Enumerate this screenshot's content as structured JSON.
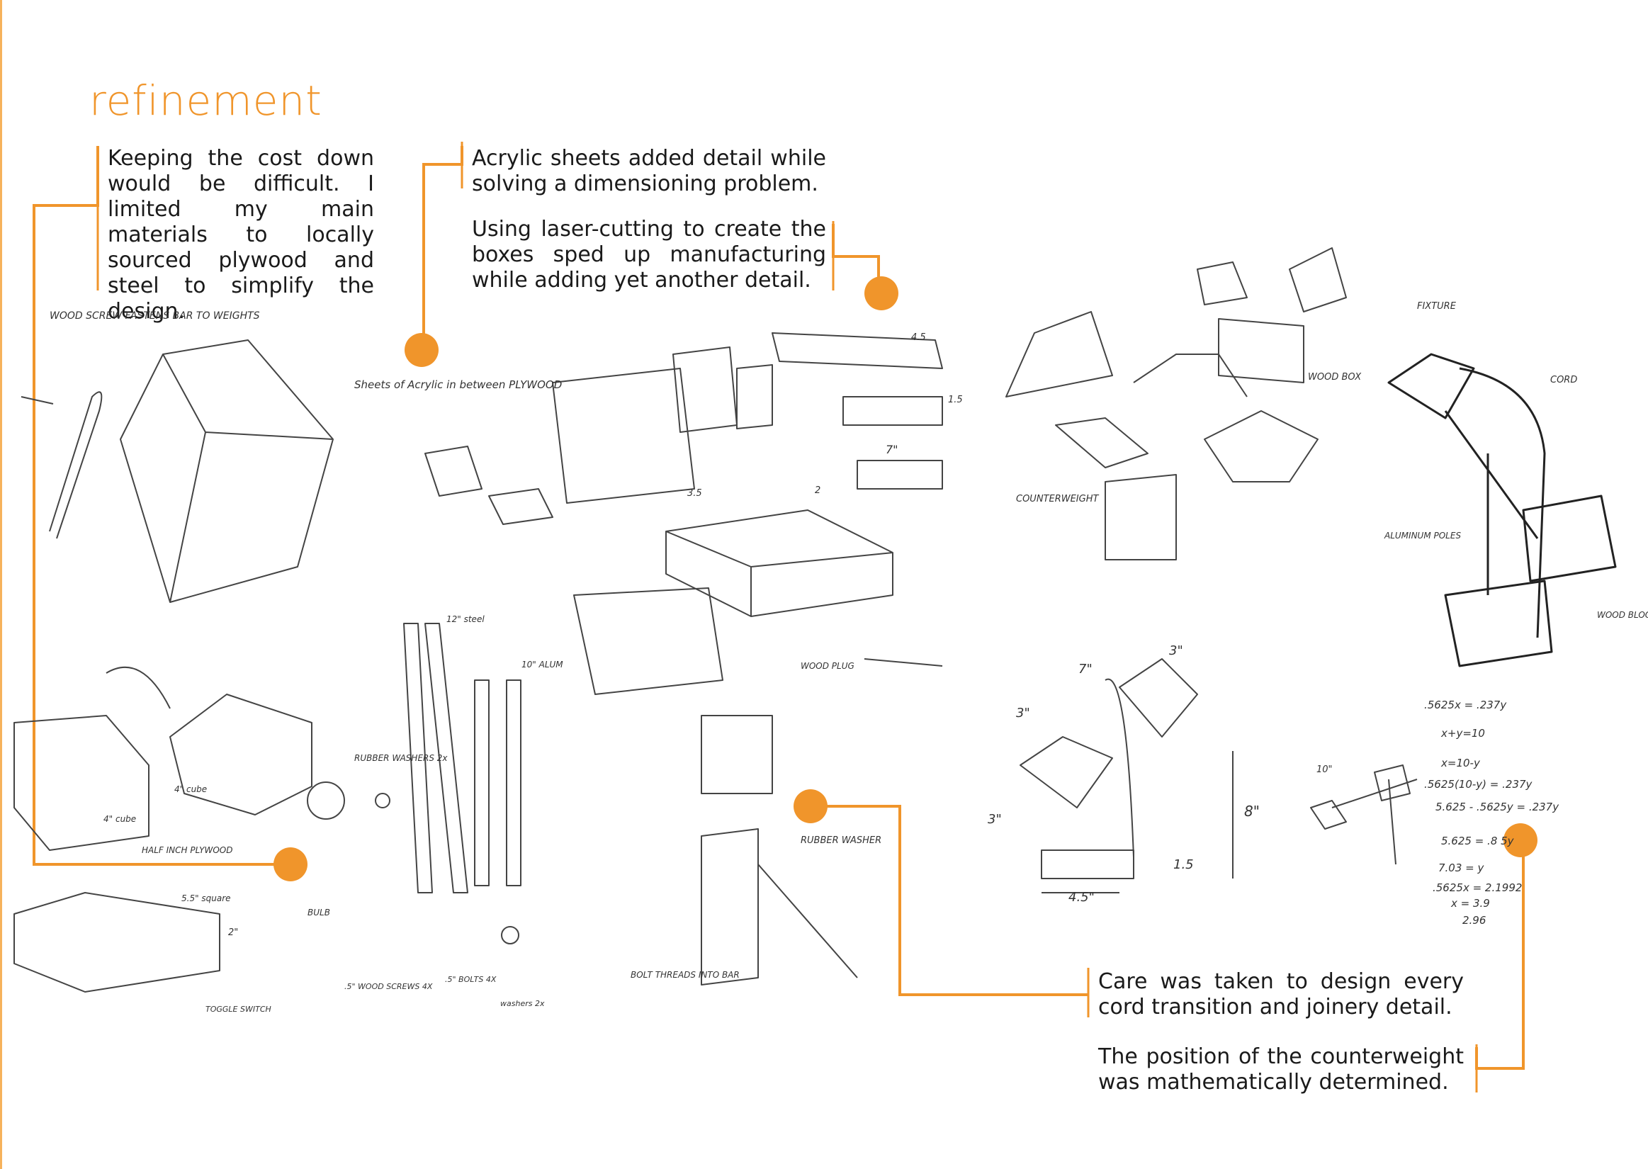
{
  "page": {
    "title": "refinement"
  },
  "notes": {
    "materials": "Keeping the cost down would be difficult. I limited my main materials to locally sourced plywood and steel to simplify the design.",
    "acrylic": "Acrylic sheets added detail while solving a dimensioning problem.",
    "laser": "Using laser-cutting to create the boxes sped up manufacturing while adding yet another detail.",
    "care": "Care was taken to design every cord transition and joinery detail.",
    "position": "The position of the counterweight was mathematically determined."
  },
  "sketch_labels": {
    "wood_screw": "WOOD SCREW FASTENS BAR TO WEIGHTS",
    "acrylic_sheets": "Sheets of Acrylic in between PLYWOOD",
    "counterweight": "COUNTERWEIGHT",
    "fixture": "FIXTURE",
    "wood_box": "WOOD BOX",
    "cord": "CORD",
    "aluminum_poles": "ALUMINUM POLES",
    "wood_block": "WOOD BLOCK",
    "half_inch_plywood": "HALF INCH PLYWOOD",
    "cube_4": "4\" cube",
    "cube_4b": "4\" cube",
    "rubber_washers": "RUBBER WASHERS 2x",
    "steel_12": "12\" steel",
    "alum_10": "10\" ALUM",
    "bulb": "BULB",
    "toggle_switch": "TOGGLE SWITCH",
    "square_55": "5.5\" square",
    "wood_screws": ".5\" WOOD SCREWS 4X",
    "bolts": ".5\" BOLTS 4X",
    "washers": "washers 2x",
    "wood_plug": "WOOD PLUG",
    "rubber_washer": "RUBBER WASHER",
    "bolt_threads": "BOLT THREADS INTO BAR",
    "dim_45": "4.5",
    "dim_35": "3.5",
    "dim_7": "7\"",
    "dim_15": "1.5",
    "dim_2": "2",
    "dim_2in": "2\"",
    "dim_3a": "3\"",
    "dim_7b": "7\"",
    "dim_3b": "3\"",
    "dim_3c": "3\"",
    "dim_8": "8\"",
    "dim_15b": "1.5",
    "dim_45b": "4.5\"",
    "dim_10": "10\"",
    "math_1": ".5625x = .237y",
    "math_2": "x+y=10",
    "math_3": "x=10-y",
    "math_4": ".5625(10-y) = .237y",
    "math_5": "5.625 - .5625y = .237y",
    "math_6": "5.625 = .8 5y",
    "math_7": "7.03 = y",
    "math_8": ".5625x = 2.1992",
    "math_9": "x = 3.9",
    "math_10": "2.96"
  },
  "colors": {
    "accent": "#f0952b",
    "text": "#1a1a1a",
    "sketch": "#555555"
  }
}
